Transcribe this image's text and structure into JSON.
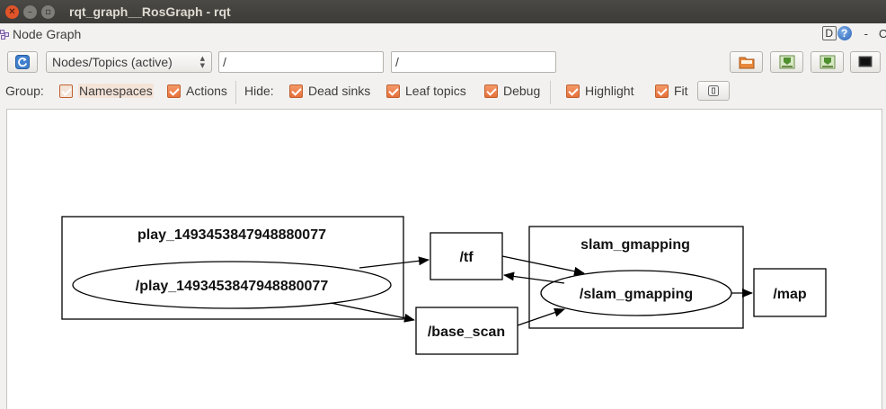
{
  "window": {
    "title": "rqt_graph__RosGraph - rqt"
  },
  "plugin": {
    "title": "Node Graph",
    "help_d": "D",
    "help_q": "?",
    "dash": "-",
    "c": "O"
  },
  "toolbar": {
    "graph_type": "Nodes/Topics (active)",
    "ns_filter": "/",
    "topic_filter": "/"
  },
  "options": {
    "group_label": "Group:",
    "namespaces": "Namespaces",
    "actions": "Actions",
    "hide_label": "Hide:",
    "dead_sinks": "Dead sinks",
    "leaf_topics": "Leaf topics",
    "debug": "Debug",
    "highlight": "Highlight",
    "fit": "Fit"
  },
  "graph": {
    "play_ns": "play_1493453847948880077",
    "play_node": "/play_1493453847948880077",
    "tf": "/tf",
    "base_scan": "/base_scan",
    "slam_ns": "slam_gmapping",
    "slam_node": "/slam_gmapping",
    "map": "/map"
  },
  "colors": {
    "accent": "#e8703a",
    "titlebar": "#3c3b37",
    "close": "#e1542a"
  }
}
